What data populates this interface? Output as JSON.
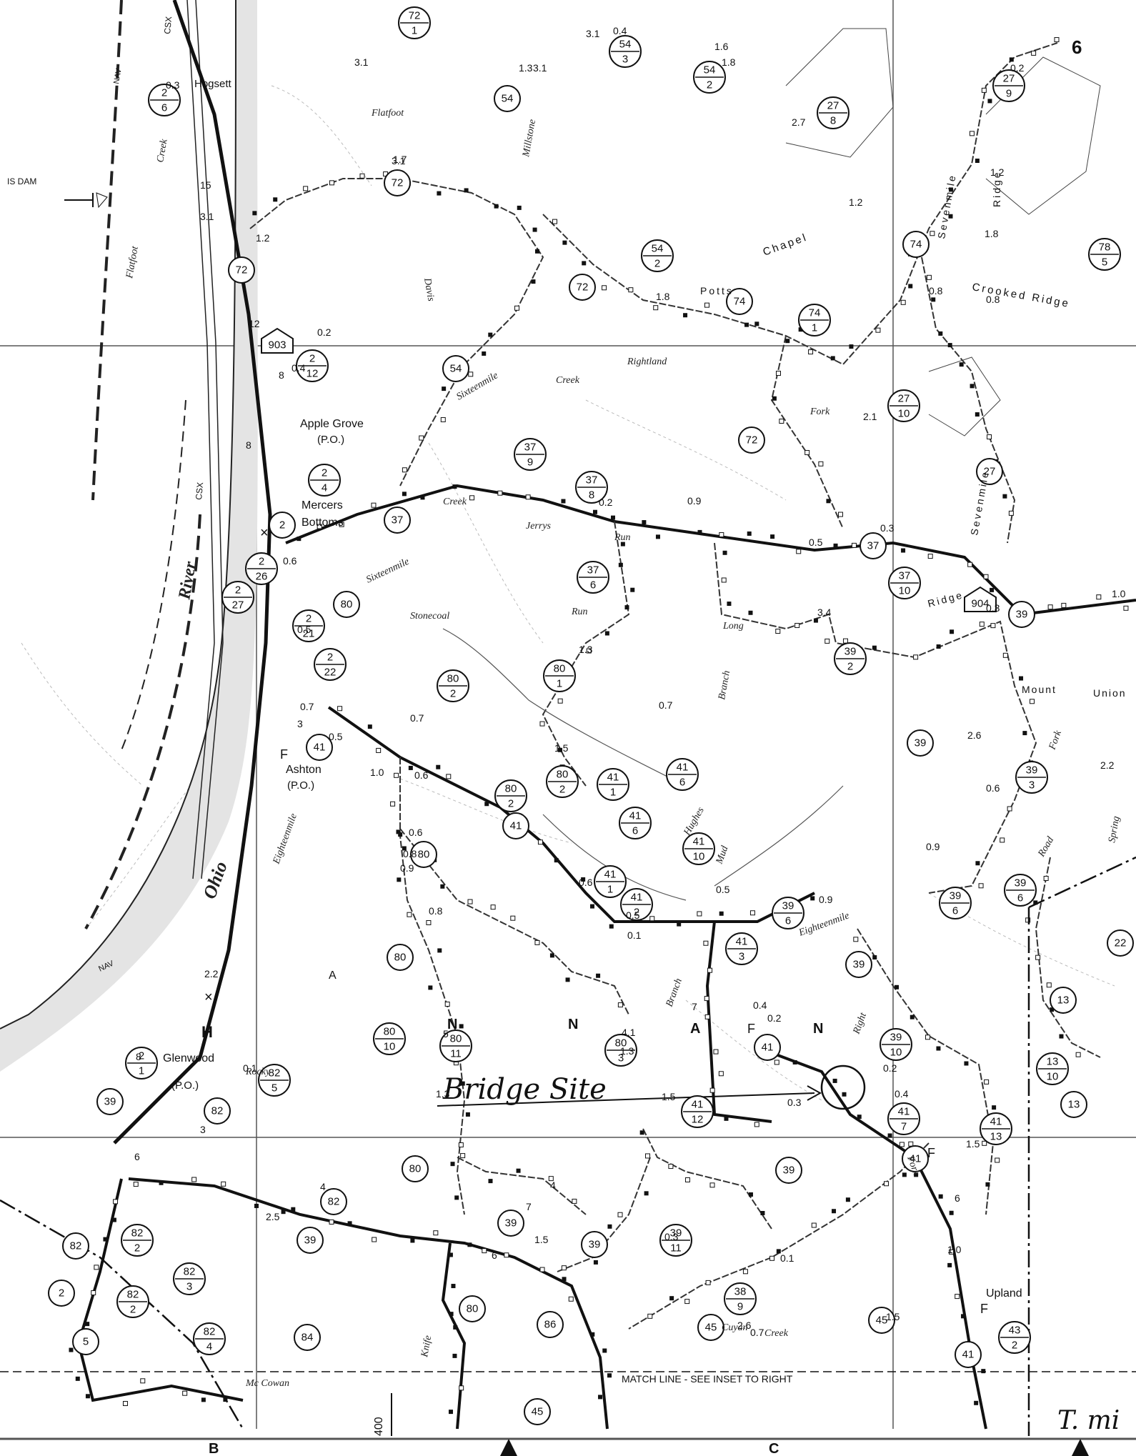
{
  "map": {
    "sheet_number": "6",
    "grid_columns": [
      "B",
      "C"
    ],
    "match_line": "MATCH LINE - SEE INSET TO RIGHT",
    "vertical_note": "400",
    "annotation": {
      "text": "Bridge Site",
      "bottom_right": "T. mi"
    },
    "dam_label": "IS DAM",
    "places": [
      {
        "id": "hogsett",
        "name": "Hogsett"
      },
      {
        "id": "applegrove",
        "name": "Apple Grove",
        "sub": "(P.O.)"
      },
      {
        "id": "mercers",
        "name": "Mercers",
        "sub": "Bottoms"
      },
      {
        "id": "ashton",
        "name": "Ashton",
        "sub": "(P.O.)"
      },
      {
        "id": "glenwood",
        "name": "Glenwood",
        "sub": "(P.O.)"
      },
      {
        "id": "upland",
        "name": "Upland"
      }
    ],
    "streams": [
      "Ohio",
      "River",
      "Flatfoot",
      "Creek",
      "Sixteenmile",
      "Eighteenmile",
      "Jerrys",
      "Run",
      "Stonecoal",
      "Long",
      "Branch",
      "Hughes",
      "Mud",
      "Rightland",
      "Fork",
      "Millstone",
      "Sevenmile",
      "Ridge",
      "Crooked Ridge",
      "Chapel",
      "Potts",
      "Cuyan",
      "Mc Cowan",
      "Knife",
      "Rocky",
      "Right",
      "Mount",
      "Union",
      "Spring",
      "Road",
      "Davis"
    ],
    "rail": [
      "CSX",
      "NAV"
    ],
    "routes": [
      {
        "id": "r72a",
        "n": "72",
        "sub": "1"
      },
      {
        "id": "r72b",
        "n": "72"
      },
      {
        "id": "r72c",
        "n": "72"
      },
      {
        "id": "r72d",
        "n": "72"
      },
      {
        "id": "r72e",
        "n": "72"
      },
      {
        "id": "r2_6",
        "n": "2",
        "sub": "6"
      },
      {
        "id": "r54a",
        "n": "54"
      },
      {
        "id": "r54b",
        "n": "54",
        "sub": "3"
      },
      {
        "id": "r54c",
        "n": "54",
        "sub": "2"
      },
      {
        "id": "r54d",
        "n": "54",
        "sub": "2"
      },
      {
        "id": "r54e",
        "n": "54"
      },
      {
        "id": "r27_8",
        "n": "27",
        "sub": "8"
      },
      {
        "id": "r27_9",
        "n": "27",
        "sub": "9"
      },
      {
        "id": "r74a",
        "n": "74"
      },
      {
        "id": "r74b",
        "n": "74"
      },
      {
        "id": "r74c",
        "n": "74",
        "sub": "1"
      },
      {
        "id": "r78_5",
        "n": "78",
        "sub": "5"
      },
      {
        "id": "r903",
        "n": "903"
      },
      {
        "id": "r2_12",
        "n": "2",
        "sub": "12"
      },
      {
        "id": "r27_10",
        "n": "27",
        "sub": "10"
      },
      {
        "id": "r27",
        "n": "27"
      },
      {
        "id": "r2_4",
        "n": "2",
        "sub": "4"
      },
      {
        "id": "r37_9",
        "n": "37",
        "sub": "9"
      },
      {
        "id": "r37_8",
        "n": "37",
        "sub": "8"
      },
      {
        "id": "r37a",
        "n": "37"
      },
      {
        "id": "r37b",
        "n": "37"
      },
      {
        "id": "r37_6",
        "n": "37",
        "sub": "6"
      },
      {
        "id": "r37_10",
        "n": "37",
        "sub": "10"
      },
      {
        "id": "r2",
        "n": "2"
      },
      {
        "id": "r2_26",
        "n": "2",
        "sub": "26"
      },
      {
        "id": "r2_27",
        "n": "2",
        "sub": "27"
      },
      {
        "id": "r2_21",
        "n": "2",
        "sub": "21"
      },
      {
        "id": "r2_22",
        "n": "2",
        "sub": "22"
      },
      {
        "id": "r80a",
        "n": "80"
      },
      {
        "id": "r904",
        "n": "904"
      },
      {
        "id": "r39a",
        "n": "39"
      },
      {
        "id": "r39_2",
        "n": "39",
        "sub": "2"
      },
      {
        "id": "r80_1",
        "n": "80",
        "sub": "1"
      },
      {
        "id": "r80_2a",
        "n": "80",
        "sub": "2"
      },
      {
        "id": "r41a",
        "n": "41"
      },
      {
        "id": "r80_2b",
        "n": "80",
        "sub": "2"
      },
      {
        "id": "r80_2c",
        "n": "80",
        "sub": "2"
      },
      {
        "id": "r41_1a",
        "n": "41",
        "sub": "1"
      },
      {
        "id": "r41_6a",
        "n": "41",
        "sub": "6"
      },
      {
        "id": "r41_6b",
        "n": "41",
        "sub": "6"
      },
      {
        "id": "r39b",
        "n": "39"
      },
      {
        "id": "r39_3",
        "n": "39",
        "sub": "3"
      },
      {
        "id": "r41b",
        "n": "41"
      },
      {
        "id": "r80b",
        "n": "80"
      },
      {
        "id": "r41_10",
        "n": "41",
        "sub": "10"
      },
      {
        "id": "r41_1b",
        "n": "41",
        "sub": "1"
      },
      {
        "id": "r41_2",
        "n": "41",
        "sub": "2"
      },
      {
        "id": "r39_6a",
        "n": "39",
        "sub": "6"
      },
      {
        "id": "r39_6b",
        "n": "39",
        "sub": "6"
      },
      {
        "id": "r39_6c",
        "n": "39",
        "sub": "6"
      },
      {
        "id": "r80c",
        "n": "80"
      },
      {
        "id": "r41_3",
        "n": "41",
        "sub": "3"
      },
      {
        "id": "r39c",
        "n": "39"
      },
      {
        "id": "r22",
        "n": "22"
      },
      {
        "id": "r13a",
        "n": "13"
      },
      {
        "id": "r80_10",
        "n": "80",
        "sub": "10"
      },
      {
        "id": "r80_11",
        "n": "80",
        "sub": "11"
      },
      {
        "id": "r80_3",
        "n": "80",
        "sub": "3"
      },
      {
        "id": "r41c",
        "n": "41"
      },
      {
        "id": "r39_10",
        "n": "39",
        "sub": "10"
      },
      {
        "id": "r13_10",
        "n": "13",
        "sub": "10"
      },
      {
        "id": "r13b",
        "n": "13"
      },
      {
        "id": "r2_1",
        "n": "2",
        "sub": "1"
      },
      {
        "id": "r39d",
        "n": "39"
      },
      {
        "id": "r82a",
        "n": "82"
      },
      {
        "id": "r82_5",
        "n": "82",
        "sub": "5"
      },
      {
        "id": "r41_12",
        "n": "41",
        "sub": "12"
      },
      {
        "id": "r41_7",
        "n": "41",
        "sub": "7"
      },
      {
        "id": "r41_13",
        "n": "41",
        "sub": "13"
      },
      {
        "id": "r41d",
        "n": "41"
      },
      {
        "id": "r39e",
        "n": "39"
      },
      {
        "id": "r80d",
        "n": "80"
      },
      {
        "id": "r82b",
        "n": "82"
      },
      {
        "id": "r39f",
        "n": "39"
      },
      {
        "id": "r39g",
        "n": "39"
      },
      {
        "id": "r39h",
        "n": "39"
      },
      {
        "id": "r39_11",
        "n": "39",
        "sub": "11"
      },
      {
        "id": "r82c",
        "n": "82"
      },
      {
        "id": "r82_2a",
        "n": "82",
        "sub": "2"
      },
      {
        "id": "r82_3",
        "n": "82",
        "sub": "3"
      },
      {
        "id": "r82_2b",
        "n": "82",
        "sub": "2"
      },
      {
        "id": "r82_4",
        "n": "82",
        "sub": "4"
      },
      {
        "id": "r2b",
        "n": "2"
      },
      {
        "id": "r5",
        "n": "5"
      },
      {
        "id": "r84",
        "n": "84"
      },
      {
        "id": "r80e",
        "n": "80"
      },
      {
        "id": "r86",
        "n": "86"
      },
      {
        "id": "r38_9",
        "n": "38",
        "sub": "9"
      },
      {
        "id": "r45a",
        "n": "45"
      },
      {
        "id": "r45b",
        "n": "45"
      },
      {
        "id": "r45c",
        "n": "45"
      },
      {
        "id": "r41e",
        "n": "41"
      },
      {
        "id": "r43_2",
        "n": "43",
        "sub": "2"
      }
    ],
    "distances": [
      "3.1",
      "1.7",
      "0.4",
      "1.3",
      "1.2",
      "1.8",
      "0.3",
      "0.2",
      "0.6",
      "0.5",
      "0.9",
      "2.7",
      "2.1",
      "1.5",
      "0.7",
      "0.8",
      "3.4",
      "2.6",
      "4.1",
      "2.2",
      "1.0",
      "0.1",
      "1.6",
      "2.5",
      "5",
      "7",
      "6",
      "3",
      "4",
      "8",
      "12",
      "15"
    ]
  }
}
